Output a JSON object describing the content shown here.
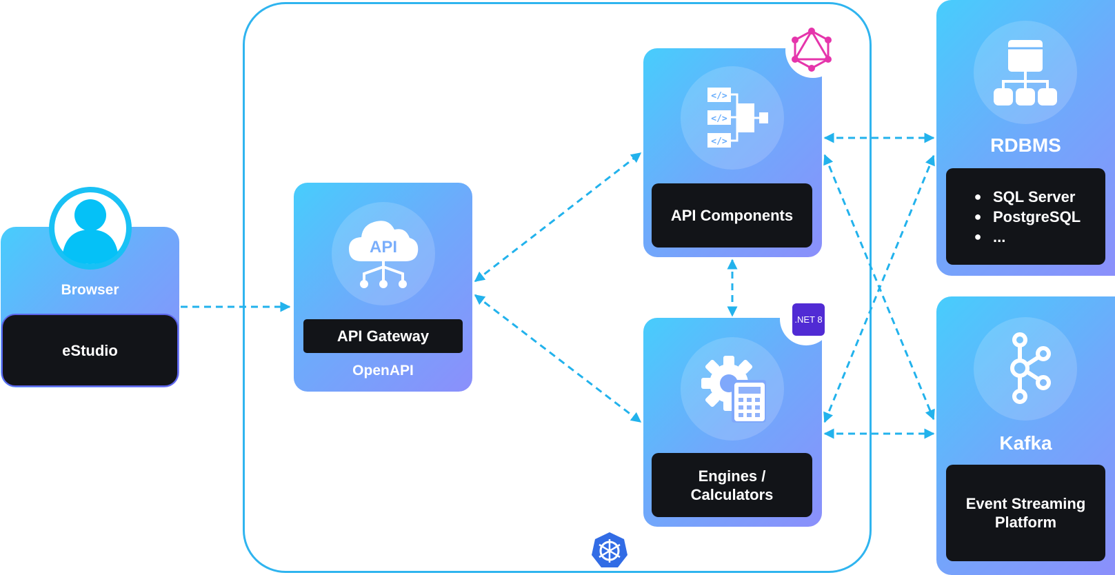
{
  "browser": {
    "title": "Browser",
    "app": "eStudio"
  },
  "gateway": {
    "label": "API Gateway",
    "subtitle": "OpenAPI",
    "icon_text": "API"
  },
  "components": {
    "label": "API Components"
  },
  "engines": {
    "label_line1": "Engines /",
    "label_line2": "Calculators",
    "badge": ".NET 8"
  },
  "rdbms": {
    "title": "RDBMS",
    "items": [
      "SQL Server",
      "PostgreSQL",
      "..."
    ]
  },
  "kafka": {
    "title": "Kafka",
    "label_line1": "Event Streaming",
    "label_line2": "Platform"
  },
  "icons": {
    "user": "user-avatar-icon",
    "api_cloud": "api-cloud-icon",
    "code_components": "code-components-icon",
    "gear_calculator": "gear-calculator-icon",
    "database_hierarchy": "database-hierarchy-icon",
    "kafka": "kafka-icon",
    "graphql": "graphql-icon",
    "dotnet": "dotnet-badge-icon",
    "kubernetes": "kubernetes-icon"
  },
  "colors": {
    "arrow": "#22b2ec",
    "card_gradient_start": "#47cdfc",
    "card_gradient_end": "#8b8ffb",
    "panel": "#121418",
    "graphql": "#e535ab",
    "dotnet": "#512bd4",
    "kubernetes": "#326ce5",
    "cluster_border": "#2fb4ef"
  }
}
